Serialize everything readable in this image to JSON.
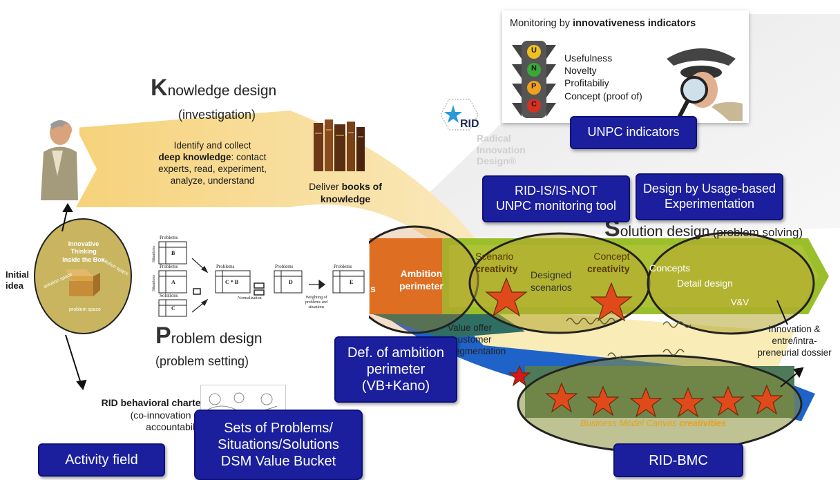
{
  "knowledge": {
    "initial": "K",
    "rest": "nowledge design",
    "sub": "(investigation)",
    "body_line1": "Identify and collect",
    "body_bold": "deep knowledge",
    "body_line2": ": contact",
    "body_line3": "experts, read, experiment,",
    "body_line4": "analyze, understand",
    "deliver": "Deliver",
    "deliver_bold1": "books of",
    "deliver_bold2": "knowledge"
  },
  "problem": {
    "initial": "P",
    "rest": "roblem design",
    "sub": "(problem setting)",
    "matrix_labels": {
      "problems": "Problems",
      "situations": "Situations",
      "solutions": "Solutions",
      "B": "B",
      "A": "A",
      "C": "C",
      "CB": "C * B",
      "D": "D",
      "E": "E",
      "normalization": "Normalization",
      "weighting1": "Weighting of",
      "weighting2": "problems and",
      "weighting3": "situations"
    }
  },
  "solution": {
    "initial": "S",
    "rest": "olution design",
    "sub": "(problem solving)"
  },
  "inside_box": {
    "title1": "Innovative Thinking",
    "title2": "Inside the Box",
    "solution_space": "solution space",
    "problem_space": "problem space"
  },
  "initial_idea": {
    "line1": "Initial",
    "line2": "idea"
  },
  "charter": {
    "title": "RID behavioral charter",
    "line2": "(co-innovation an",
    "line3": "accountability"
  },
  "monitoring": {
    "title_prefix": "Monitoring by ",
    "title_bold": "innovativeness indicators",
    "letters": [
      "U",
      "N",
      "P",
      "C"
    ],
    "items": [
      "Usefulness",
      "Novelty",
      "Profitabiliy",
      "Concept (proof of)"
    ]
  },
  "rid_logo": {
    "mark": "RID",
    "line1": "Radical",
    "line2": "Innovation",
    "line3": "Design®"
  },
  "flow": {
    "ambition1": "Ambition",
    "ambition2": "perimeter",
    "s_edge": "s",
    "scenario1": "Scenario",
    "scenario2": "creativity",
    "designed1": "Designed",
    "designed2": "scenarios",
    "concept1": "Concept",
    "concept2": "creativity",
    "concepts": "Concepts",
    "detail": "Detail design",
    "vv": "V&V",
    "value1": "Value offer",
    "value2": "customer",
    "value3": "egmentation",
    "innov1": "Innovation &",
    "innov2": "entre/intra-",
    "innov3": "preneurial dossier",
    "bmc_prefix": "Business Model Canvas ",
    "bmc_bold": "creativities"
  },
  "buttons": {
    "unpc": "UNPC indicators",
    "ridis1": "RID-IS/IS-NOT",
    "ridis2": "UNPC monitoring tool",
    "usage1": "Design by Usage-based",
    "usage2": "Experimentation",
    "ambition1": "Def. of ambition",
    "ambition2": "perimeter",
    "ambition3": "(VB+Kano)",
    "sets1": "Sets of Problems/",
    "sets2": "Situations/Solutions",
    "sets3": "DSM Value Bucket",
    "activity": "Activity field",
    "bmc": "RID-BMC"
  },
  "colors": {
    "button_blue": "#1b1f9e",
    "yellow_band": "#f7d98a",
    "orange_band": "#e26a1f",
    "green_band": "#9bbf2b",
    "olive_oval": "#b5a52e",
    "blue_band": "#1f63c9",
    "star": "#e04a1a"
  }
}
